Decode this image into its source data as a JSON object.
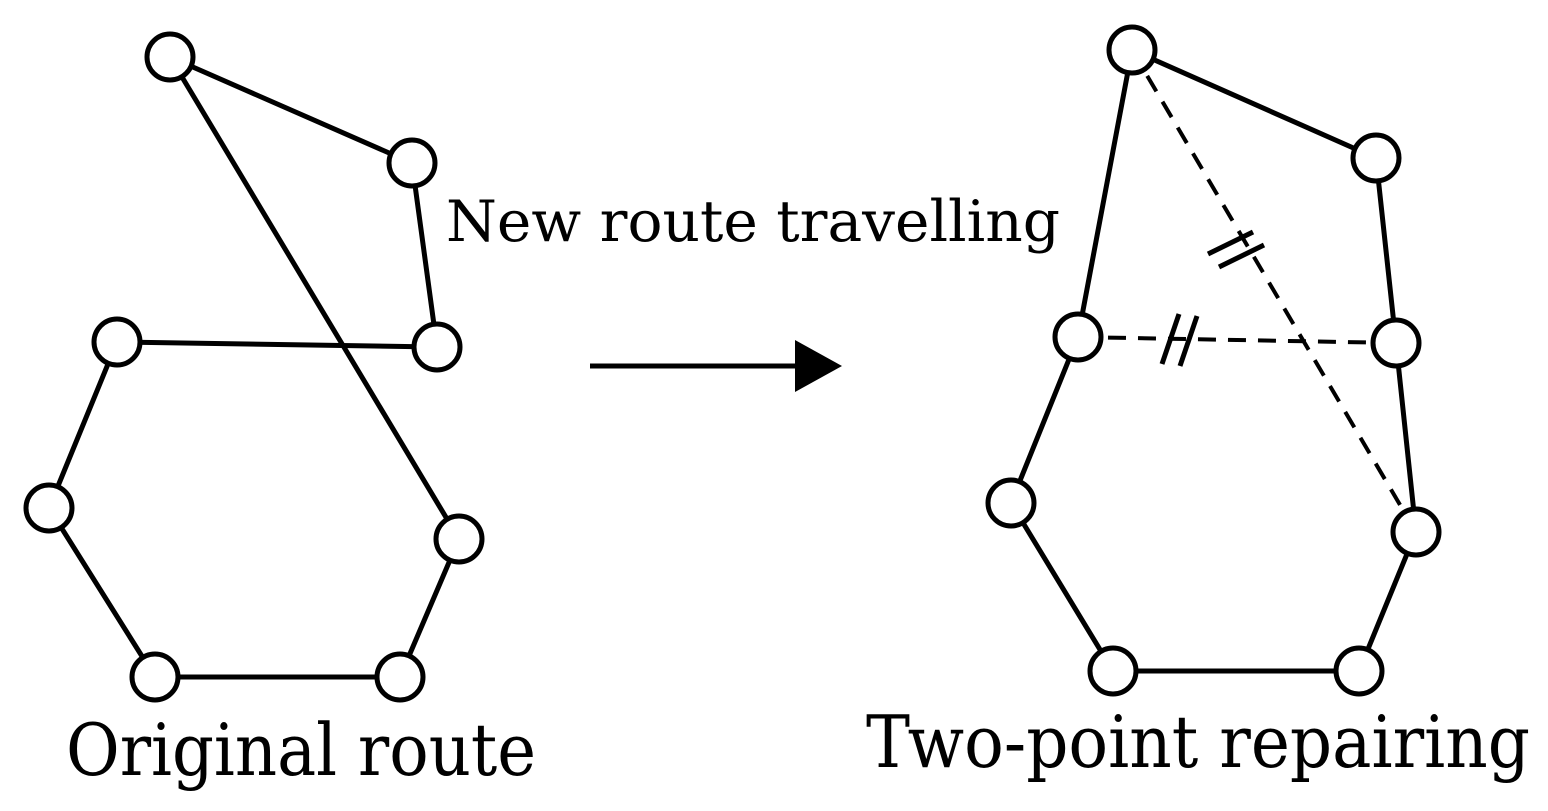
{
  "labels": {
    "new_route": "New route travelling",
    "original_route": "Original route",
    "two_point": "Two-point repairing"
  }
}
